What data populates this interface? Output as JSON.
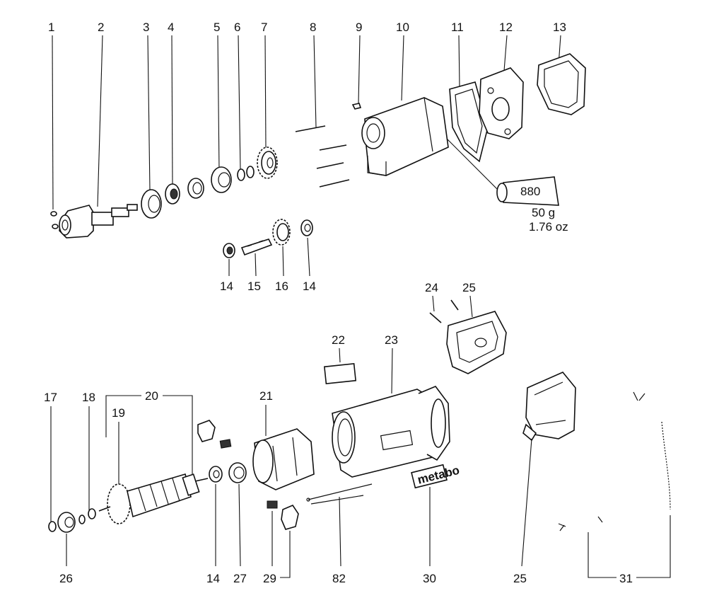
{
  "diagram": {
    "callouts": [
      "1",
      "2",
      "3",
      "4",
      "5",
      "6",
      "7",
      "8",
      "9",
      "10",
      "11",
      "12",
      "13",
      "14",
      "15",
      "16",
      "14",
      "24",
      "25",
      "22",
      "23",
      "20",
      "17",
      "18",
      "19",
      "21",
      "14",
      "27",
      "29",
      "82",
      "30",
      "25",
      "31",
      "26"
    ],
    "tube_label": "880",
    "tube_weight_g": "50 g",
    "tube_weight_oz": "1.76 oz",
    "brand_plate": "metabo"
  }
}
